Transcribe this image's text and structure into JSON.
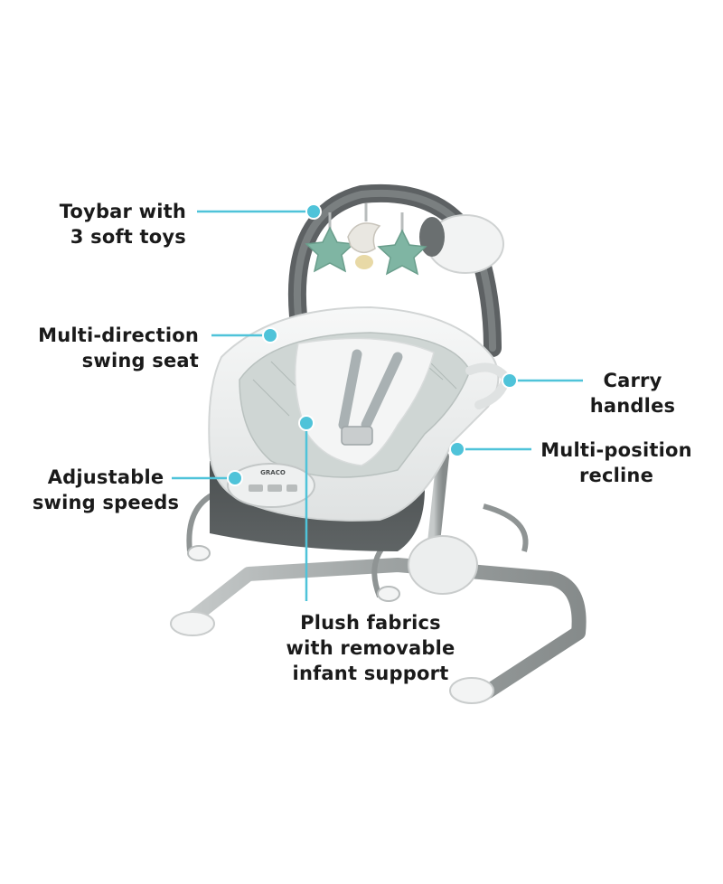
{
  "callouts": {
    "toybar": {
      "line1": "Toybar with",
      "line2": "3 soft toys"
    },
    "swing_seat": {
      "line1": "Multi-direction",
      "line2": "swing seat"
    },
    "speeds": {
      "line1": "Adjustable",
      "line2": "swing speeds"
    },
    "carry": {
      "line1": "Carry",
      "line2": "handles"
    },
    "recline": {
      "line1": "Multi-position",
      "line2": "recline"
    },
    "fabrics": {
      "line1": "Plush fabrics",
      "line2": "with removable",
      "line3": "infant support"
    }
  },
  "brand_badge": "GRACO",
  "colors": {
    "callout_accent": "#4fc3d9",
    "frame": "#9ea3a3",
    "seat": "#eceeee",
    "base_fabric": "#545859",
    "toy_green": "#7fb5a3"
  }
}
